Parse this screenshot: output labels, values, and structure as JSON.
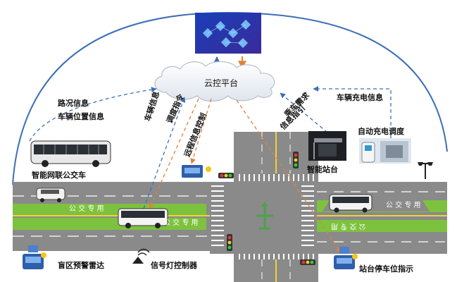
{
  "cloud": {
    "label": "云控平台"
  },
  "arrow_labels": {
    "road_info": "路况信息",
    "vehicle_position": "车辆位置信息",
    "vehicle_info": "车辆信息",
    "dispatch_command": "调度指令",
    "remote_control": "远程信息控制",
    "passenger_demand": "乘车需求",
    "info_guidance": "信息指引",
    "charging_info": "车辆充电信息"
  },
  "components": {
    "smart_bus": "智能网联公交车",
    "smart_station": "智能站台",
    "auto_charging": "自动充电调度",
    "blind_radar": "盲区预警雷达",
    "signal_controller": "信号灯控制器",
    "parking_indicator": "站台停车位指示"
  },
  "bus_lane": {
    "left_top_text": "公 交 专 用",
    "left_bottom_text": "公 交 专 用",
    "right_top_text": "公 交 专 用",
    "right_bottom_text": "公 交 专 用"
  },
  "colors": {
    "info_arrow": "#3d6fb6",
    "control_arrow": "#e0823a",
    "road": "#8a8a8a",
    "bus_lane": "#7dc23e",
    "arc": "#3d6fb6"
  },
  "icons": [
    "data-center-icon",
    "cloud-icon",
    "radar-icon",
    "traffic-light-icon",
    "signal-controller-icon",
    "street-lamp-icon",
    "bus-icon",
    "car-icon",
    "station-icon",
    "charging-station-icon",
    "parking-indicator-icon",
    "direction-sign-icon"
  ]
}
